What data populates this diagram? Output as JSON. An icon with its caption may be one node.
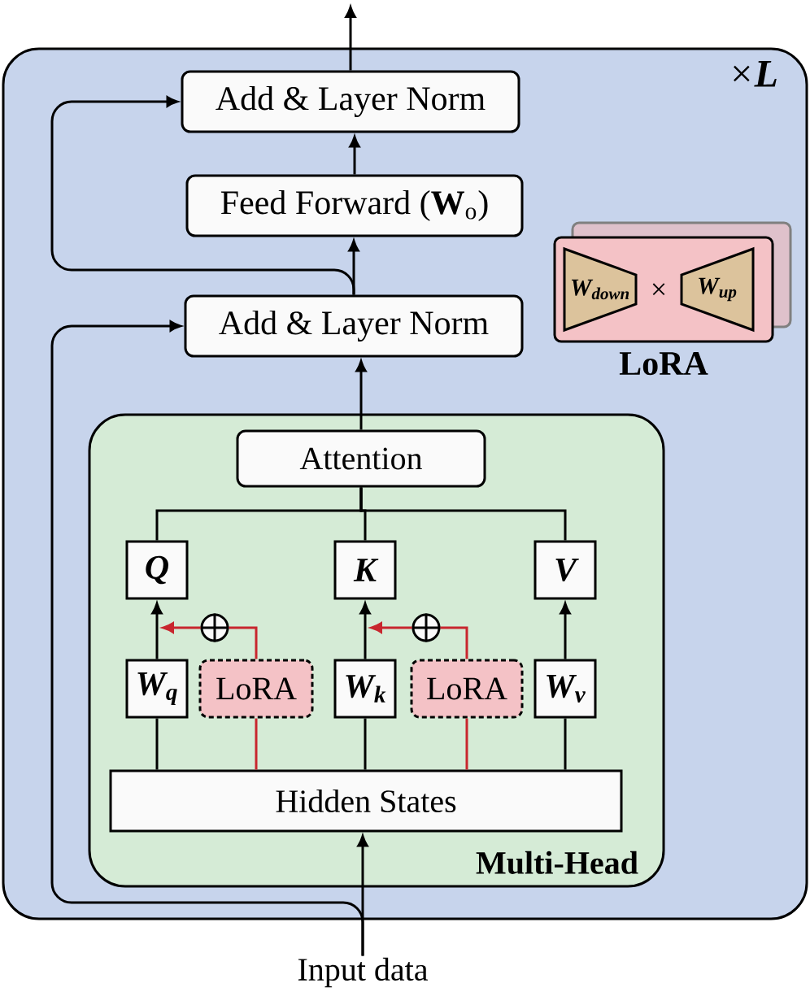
{
  "diagram": {
    "nodes": [
      {
        "text": [
          "×**L**"
        ]
      },
      {
        "text": [
          "Add & Layer Norm"
        ],
        "in": 0
      },
      {
        "text": [
          "Feed Forward (**W**$_{o}$)"
        ],
        "in": 0
      },
      {
        "text": [
          "Add & Layer Norm"
        ],
        "in": 0
      },
      {
        "text": [
          "LoRA"
        ],
        "in": 0
      },
      {
        "text": [
          "W$_{down}$"
        ],
        "in": 4
      },
      {
        "text": [
          "W$_{up}$"
        ],
        "in": 4
      },
      {
        "text": [
          "Multi-Head"
        ],
        "in": 0
      },
      {
        "text": [
          "Attention"
        ],
        "in": 7
      },
      {
        "text": [
          "Q"
        ],
        "in": 7
      },
      {
        "text": [
          "K"
        ],
        "in": 7
      },
      {
        "text": [
          "V"
        ],
        "in": 7
      },
      {
        "text": [],
        "shape": "circle",
        "in": 7
      },
      {
        "text": [],
        "shape": "circle",
        "in": 7
      },
      {
        "text": [
          "W$_{q}$"
        ],
        "in": 7
      },
      {
        "text": [
          "LoRA"
        ],
        "in": 7
      },
      {
        "text": [
          "W$_{k}$"
        ],
        "in": 7
      },
      {
        "text": [
          "LoRA"
        ],
        "in": 7
      },
      {
        "text": [
          "W$_{v}$"
        ],
        "in": 7
      },
      {
        "text": [
          "Hidden States"
        ],
        "in": 7
      },
      {
        "text": [
          "Input data"
        ]
      }
    ],
    "edges": [
      {
        "from": 20,
        "to": 19,
        "arrow": "to"
      },
      {
        "from": 20,
        "to": 3,
        "arrow": "to"
      },
      {
        "from": 8,
        "to": 3,
        "arrow": "to"
      },
      {
        "from": 3,
        "to": 2,
        "arrow": "to"
      },
      {
        "from": 3,
        "to": 1,
        "arrow": "to"
      },
      {
        "from": 2,
        "to": 1,
        "arrow": "to"
      },
      {
        "from": 1,
        "to": null,
        "arrow": "to"
      },
      {
        "from": 8,
        "to": 9,
        "arrow": "none"
      },
      {
        "from": 8,
        "to": 10,
        "arrow": "none"
      },
      {
        "from": 8,
        "to": 11,
        "arrow": "none"
      },
      {
        "from": 14,
        "to": 9,
        "arrow": "to"
      },
      {
        "from": 16,
        "to": 10,
        "arrow": "to"
      },
      {
        "from": 18,
        "to": 11,
        "arrow": "to"
      },
      {
        "from": 15,
        "to": 12,
        "arrow": "none",
        "color": "#c8262e"
      },
      {
        "from": 12,
        "to": null,
        "arrow": "to",
        "color": "#c8262e"
      },
      {
        "from": 17,
        "to": 13,
        "arrow": "none",
        "color": "#c8262e"
      },
      {
        "from": 13,
        "to": null,
        "arrow": "to",
        "color": "#c8262e"
      },
      {
        "from": 19,
        "to": 14,
        "arrow": "none"
      },
      {
        "from": 19,
        "to": 15,
        "arrow": "none",
        "color": "#c8262e"
      },
      {
        "from": 19,
        "to": 16,
        "arrow": "none"
      },
      {
        "from": 19,
        "to": 17,
        "arrow": "none",
        "color": "#c8262e"
      },
      {
        "from": 19,
        "to": 18,
        "arrow": "none"
      }
    ],
    "labels": [
      "×"
    ]
  }
}
